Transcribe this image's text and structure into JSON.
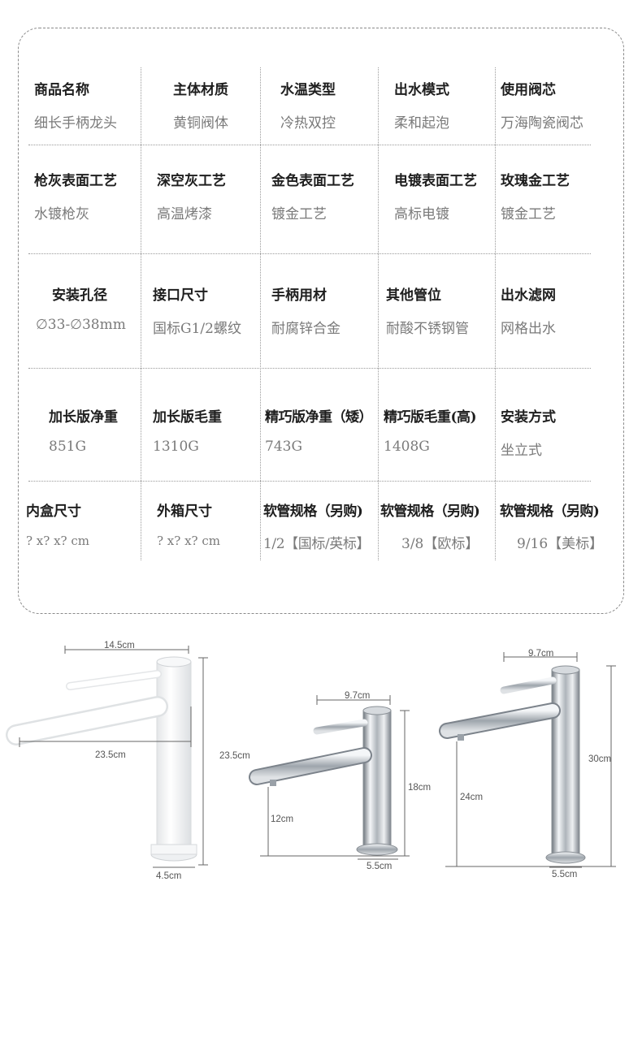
{
  "specs": {
    "rows": [
      [
        {
          "label": "商品名称",
          "value": "细长手柄龙头"
        },
        {
          "label": "主体材质",
          "value": "黄铜阀体"
        },
        {
          "label": "水温类型",
          "value": "冷热双控"
        },
        {
          "label": "出水模式",
          "value": "柔和起泡"
        },
        {
          "label": "使用阀芯",
          "value": "万海陶瓷阀芯"
        }
      ],
      [
        {
          "label": "枪灰表面工艺",
          "value": "水镀枪灰"
        },
        {
          "label": "深空灰工艺",
          "value": "高温烤漆"
        },
        {
          "label": "金色表面工艺",
          "value": "镀金工艺"
        },
        {
          "label": "电镀表面工艺",
          "value": "高标电镀"
        },
        {
          "label": "玫瑰金工艺",
          "value": "镀金工艺"
        }
      ],
      [
        {
          "label": "安装孔径",
          "value": "∅33-∅38mm"
        },
        {
          "label": "接口尺寸",
          "value": "国标G1/2螺纹"
        },
        {
          "label": "手柄用材",
          "value": "耐腐锌合金"
        },
        {
          "label": "其他管位",
          "value": "耐酸不锈钢管"
        },
        {
          "label": "出水滤网",
          "value": "网格出水"
        }
      ],
      [
        {
          "label": "加长版净重",
          "value": "851G"
        },
        {
          "label": "加长版毛重",
          "value": "1310G"
        },
        {
          "label": "精巧版净重（矮）",
          "value": "743G"
        },
        {
          "label": "精巧版毛重(高)",
          "value": "1408G"
        },
        {
          "label": "安装方式",
          "value": "坐立式"
        }
      ],
      [
        {
          "label": "内盒尺寸",
          "value": "? x? x? cm"
        },
        {
          "label": "外箱尺寸",
          "value": "? x? x? cm"
        },
        {
          "label": "软管规格（另购)",
          "value": "1/2【国标/英标】"
        },
        {
          "label": "软管规格（另购)",
          "value": "3/8【欧标】"
        },
        {
          "label": "软管规格（另购)",
          "value": "9/16【美标】"
        }
      ]
    ]
  },
  "dimensions": {
    "white": {
      "handle_length": "14.5cm",
      "spout_length": "23.5cm",
      "height": "23.5cm",
      "base": "4.5cm"
    },
    "short": {
      "handle_length": "9.7cm",
      "spout_height": "12cm",
      "height": "18cm",
      "base": "5.5cm"
    },
    "tall": {
      "handle_length": "9.7cm",
      "spout_height": "24cm",
      "height": "30cm",
      "base": "5.5cm"
    }
  },
  "colors": {
    "white_finish": "#ffffff",
    "chrome_light": "#f2f4f6",
    "chrome_dark": "#7c838b"
  }
}
